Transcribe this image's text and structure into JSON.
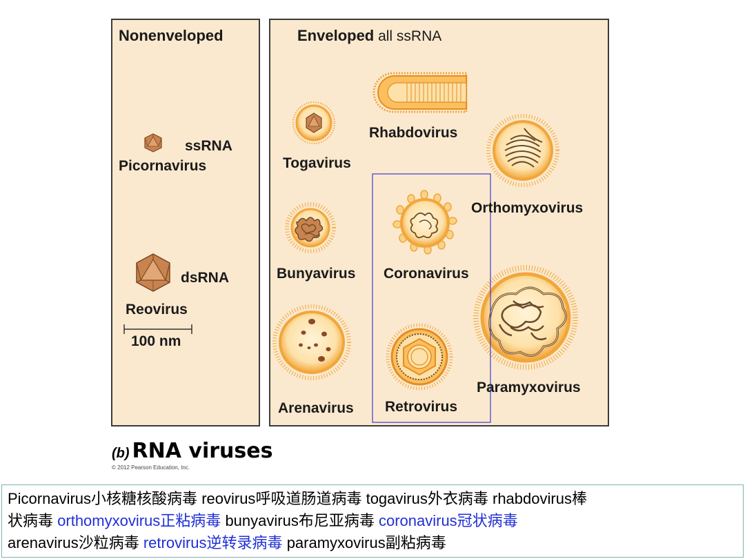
{
  "panels": {
    "nonenveloped_header": "Nonenveloped",
    "enveloped_header_bold": "Enveloped",
    "enveloped_header_rest": " all ssRNA"
  },
  "viruses": {
    "ssrna": "ssRNA",
    "picornavirus": "Picornavirus",
    "dsrna": "dsRNA",
    "reovirus": "Reovirus",
    "scale": "100 nm",
    "togavirus": "Togavirus",
    "rhabdovirus": "Rhabdovirus",
    "orthomyxovirus": "Orthomyxovirus",
    "bunyavirus": "Bunyavirus",
    "coronavirus": "Coronavirus",
    "arenavirus": "Arenavirus",
    "retrovirus": "Retrovirus",
    "paramyxovirus": "Paramyxovirus"
  },
  "caption": {
    "letter": "(b)",
    "title": "RNA viruses",
    "copyright": "© 2012 Pearson Education, Inc."
  },
  "description": {
    "line1": [
      {
        "en": "Picornavirus",
        "cn": "小核糖核酸病毒"
      },
      {
        "en": "reovirus",
        "cn": "呼吸道肠道病毒"
      },
      {
        "en": "togavirus",
        "cn": "外衣病毒"
      },
      {
        "en": "rhabdovirus",
        "cn": "棒"
      }
    ],
    "line2": [
      {
        "cn": "状病毒"
      },
      {
        "en": "orthomyxovirus",
        "cn": "正粘病毒",
        "highlight": true
      },
      {
        "en": "bunyavirus",
        "cn": "布尼亚病毒"
      },
      {
        "en": "coronavirus",
        "cn": "冠状病毒",
        "highlight": true
      }
    ],
    "line3": [
      {
        "en": "arenavirus",
        "cn": "沙粒病毒"
      },
      {
        "en": "retrovirus",
        "cn": "逆转录病毒",
        "highlight": true
      },
      {
        "en": "paramyxovirus",
        "cn": "副粘病毒"
      }
    ],
    "highlight_color": "#1f2fd6"
  },
  "colors": {
    "panel_bg": "#fbe9cf",
    "envelope": "#f2a63a",
    "envelope_light": "#fde1a8",
    "capsid": "#c8834e",
    "highlight_box": "#3b3bd6"
  }
}
